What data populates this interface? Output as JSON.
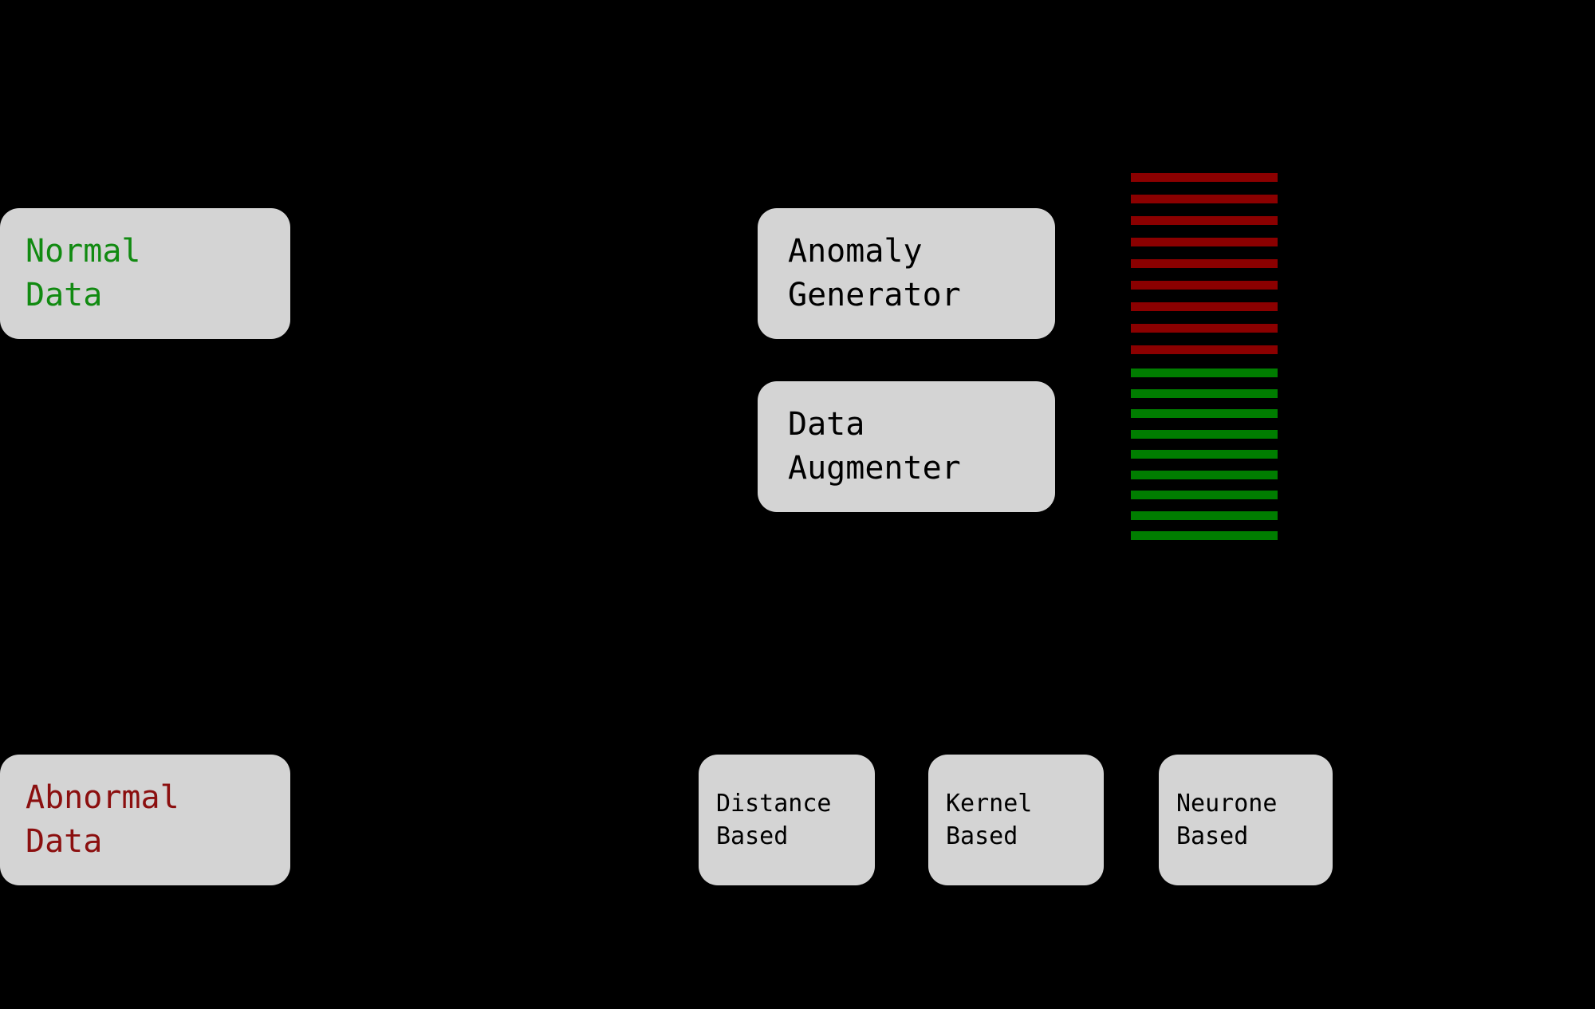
{
  "diagram": {
    "background": "#000000",
    "box_background": "#d4d4d4",
    "boxes": {
      "normal_data": {
        "line1": "Normal",
        "line2": "Data",
        "text_color": "#118a11"
      },
      "anomaly_generator": {
        "line1": "Anomaly",
        "line2": "Generator",
        "text_color": "#000000"
      },
      "data_augmenter": {
        "line1": "Data",
        "line2": "Augmenter",
        "text_color": "#000000"
      },
      "abnormal_data": {
        "line1": "Abnormal",
        "line2": "Data",
        "text_color": "#8b0f0f"
      },
      "distance_based": {
        "line1": "Distance",
        "line2": "Based",
        "text_color": "#000000"
      },
      "kernel_based": {
        "line1": "Kernel",
        "line2": "Based",
        "text_color": "#000000"
      },
      "neurone_based": {
        "line1": "Neurone",
        "line2": "Based",
        "text_color": "#000000"
      }
    },
    "bar_stacks": {
      "abnormal": {
        "color": "#8b0000",
        "count": 9
      },
      "normal": {
        "color": "#007d00",
        "count": 9
      }
    }
  }
}
